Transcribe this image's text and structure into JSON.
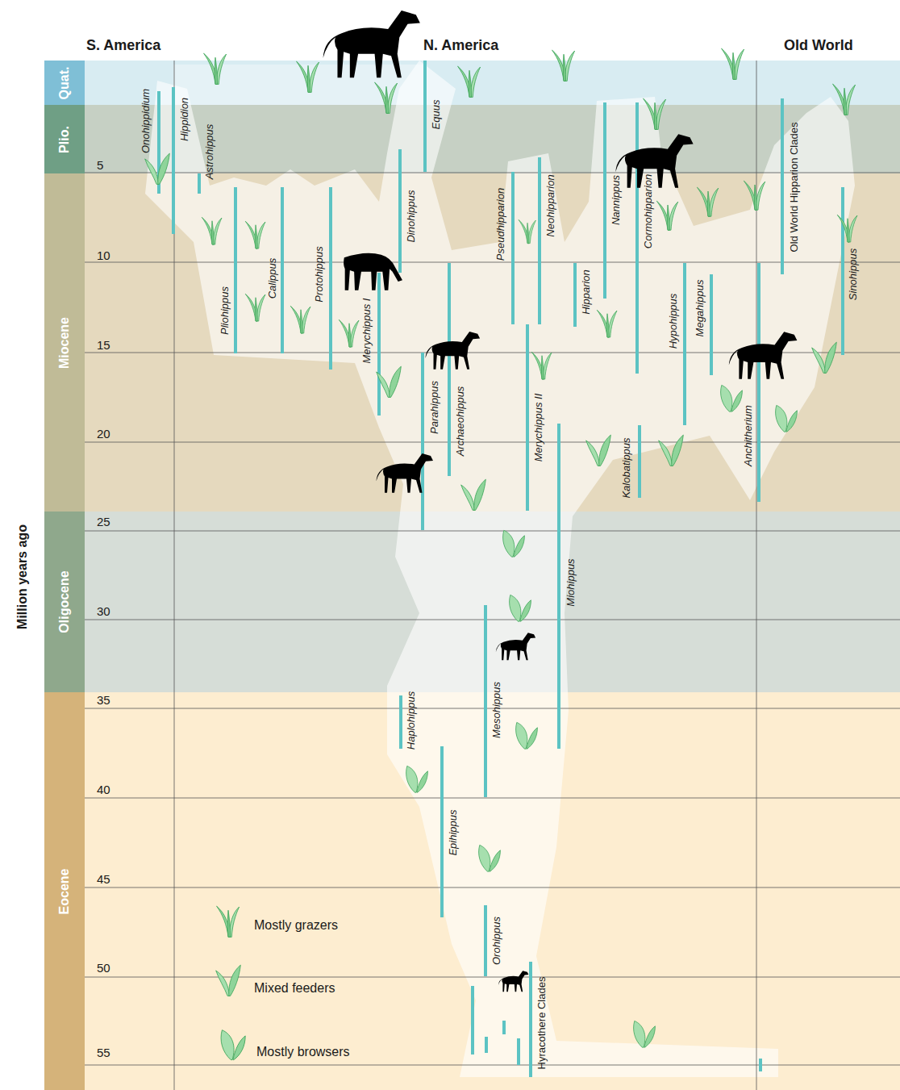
{
  "diagram": {
    "nodes": [
      {
        "text": [
          "Quat."
        ]
      },
      {
        "text": [
          "Plio."
        ]
      },
      {
        "text": [
          "Miocene"
        ]
      },
      {
        "text": [
          "Oligocene"
        ]
      },
      {
        "text": [
          "Eocene"
        ]
      }
    ],
    "labels": [
      "S. America",
      "N. America",
      "Old World",
      "Million years ago",
      "5",
      "10",
      "15",
      "20",
      "25",
      "30",
      "35",
      "40",
      "45",
      "50",
      "55",
      "Onohippidium",
      "Hippidion",
      "Astrohippus",
      "Pliohippus",
      "Calippus",
      "Protohippus",
      "Merychippus I",
      "Dinohippus",
      "Equus",
      "Parahippus",
      "Archaeohippus",
      "Pseudhipparion",
      "Neohipparion",
      "Merychippus II",
      "Hipparion",
      "Miohippus",
      "Nannippus",
      "Cormohipparion",
      "Kalobatippus",
      "Hypohippus",
      "Megahippus",
      "Anchitherium",
      "Old World Hipparion Clades",
      "Sinohippus",
      "Haplohippus",
      "Epihippus",
      "Mesohippus",
      "Orohippus",
      "Hyracothere Clades"
    ],
    "legend": [
      {
        "text": "Mostly grazers"
      },
      {
        "text": "Mixed feeders"
      },
      {
        "text": "Mostly browsers"
      }
    ]
  }
}
